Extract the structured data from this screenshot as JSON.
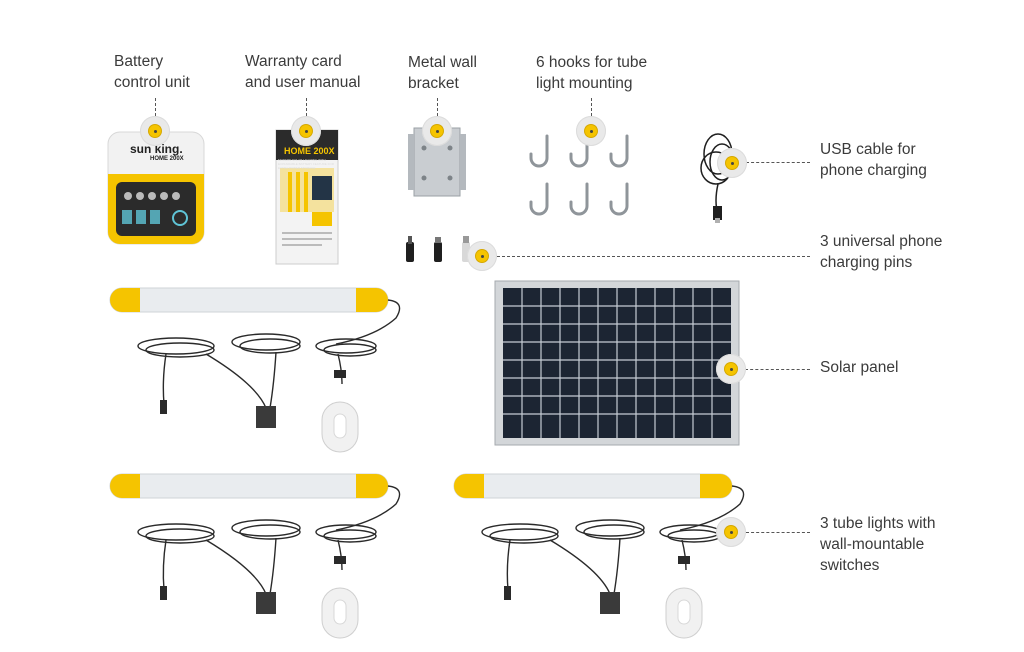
{
  "labels": {
    "battery": "Battery\ncontrol unit",
    "warranty": "Warranty card\nand user manual",
    "bracket": "Metal wall\nbracket",
    "hooks": "6 hooks for tube\nlight mounting",
    "usb": "USB cable for\nphone charging",
    "pins": "3 universal phone\ncharging pins",
    "solar": "Solar panel",
    "tubes": "3 tube lights with\nwall-mountable\nswitches"
  },
  "product": {
    "brand": "sun king.",
    "model": "HOME 200X",
    "manual_title": "HOME 200X",
    "manual_subtitle": "MODERN SOLAR LIGHTING WITH EXPANDABLE BATTERY FEATURE FOR EXTRA POWER STORAGE"
  },
  "colors": {
    "accent": "#f5c400",
    "text": "#3b3b3b",
    "marker_ring": "#e9e9e9"
  }
}
